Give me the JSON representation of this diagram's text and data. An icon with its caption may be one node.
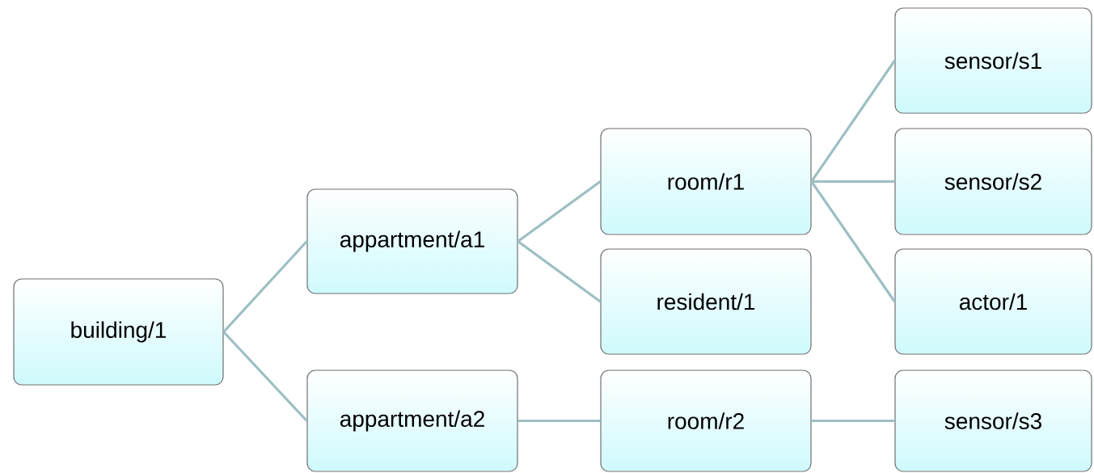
{
  "diagram": {
    "nodes": [
      {
        "text": [
          "building/1"
        ]
      },
      {
        "text": [
          "appartment/a1"
        ]
      },
      {
        "text": [
          "room/r1"
        ]
      },
      {
        "text": [
          "sensor/s1"
        ]
      },
      {
        "text": [
          "sensor/s2"
        ]
      },
      {
        "text": [
          "actor/1"
        ]
      },
      {
        "text": [
          "resident/1"
        ]
      },
      {
        "text": [
          "appartment/a2"
        ]
      },
      {
        "text": [
          "room/r2"
        ]
      },
      {
        "text": [
          "sensor/s3"
        ]
      }
    ],
    "edges": [
      {
        "from": 0,
        "to": 1,
        "arrow": "none"
      },
      {
        "from": 0,
        "to": 7,
        "arrow": "none"
      },
      {
        "from": 1,
        "to": 2,
        "arrow": "none"
      },
      {
        "from": 1,
        "to": 6,
        "arrow": "none"
      },
      {
        "from": 2,
        "to": 3,
        "arrow": "none"
      },
      {
        "from": 2,
        "to": 4,
        "arrow": "none"
      },
      {
        "from": 2,
        "to": 5,
        "arrow": "none"
      },
      {
        "from": 7,
        "to": 8,
        "arrow": "none"
      },
      {
        "from": 8,
        "to": 9,
        "arrow": "none"
      }
    ]
  }
}
